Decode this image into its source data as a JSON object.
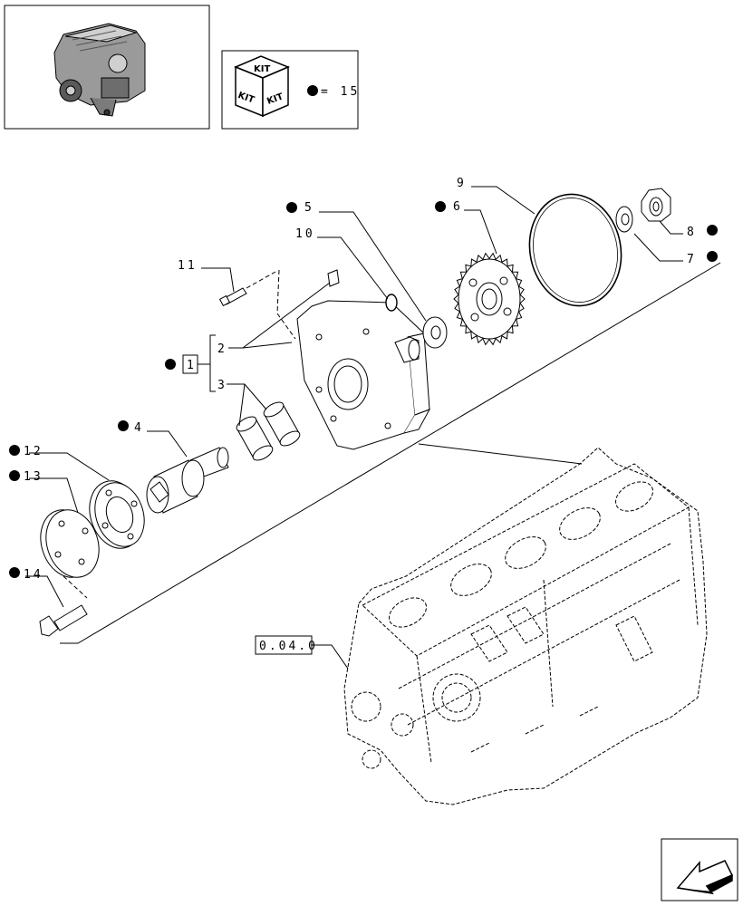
{
  "kit_legend": {
    "face_top": "KIT",
    "face_left": "KIT",
    "face_right": "KIT",
    "equals": "= 15"
  },
  "reference_box": "0.04.0",
  "callouts": {
    "c1": "1",
    "c2": "2",
    "c3": "3",
    "c4": "4",
    "c5": "5",
    "c6": "6",
    "c7": "7",
    "c8": "8",
    "c9": "9",
    "c10": "10",
    "c11": "11",
    "c12": "12",
    "c13": "13",
    "c14": "14"
  },
  "icons": {
    "engine_thumbnail": "engine-thumbnail-icon",
    "kit_box": "kit-box-icon",
    "bullet": "kit-bullet-icon",
    "nav_arrow": "navigation-arrow-icon"
  },
  "colors": {
    "line": "#000000",
    "background": "#ffffff"
  }
}
